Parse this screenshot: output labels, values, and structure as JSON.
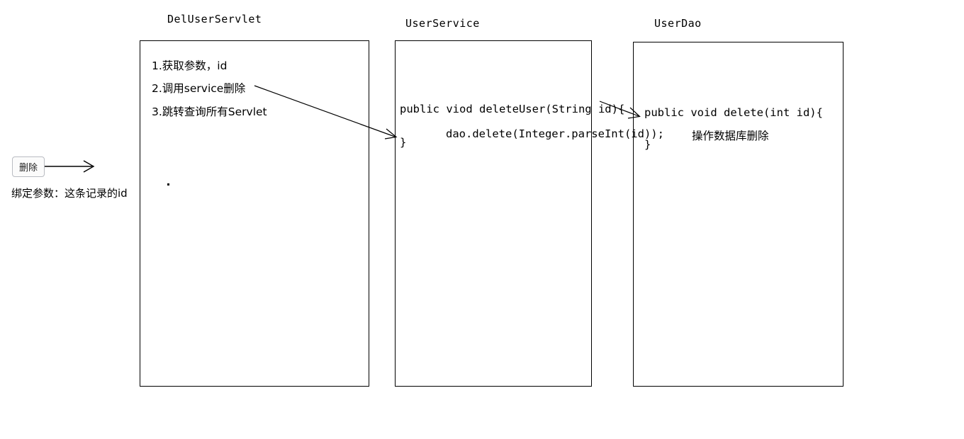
{
  "diagram": {
    "title_font_note": "",
    "columns": [
      {
        "name": "DelUserServlet",
        "title": "DelUserServlet",
        "lines": [
          "1.获取参数，id",
          "2.调用service删除",
          "3.跳转查询所有Servlet"
        ]
      },
      {
        "name": "UserService",
        "title": "UserService",
        "lines": [
          "public viod deleteUser(String id){",
          "dao.delete(Integer.parseInt(id));",
          "}"
        ]
      },
      {
        "name": "UserDao",
        "title": "UserDao",
        "lines": [
          "public void delete(int id){",
          "操作数据库删除",
          "}"
        ]
      }
    ],
    "button": {
      "label": "删除"
    },
    "annotation": "绑定参数：这条记录的id",
    "colors": {
      "stroke": "#000000",
      "background": "#ffffff",
      "button_border": "#b9bcc2",
      "button_fill": "#fbfbfb"
    }
  }
}
